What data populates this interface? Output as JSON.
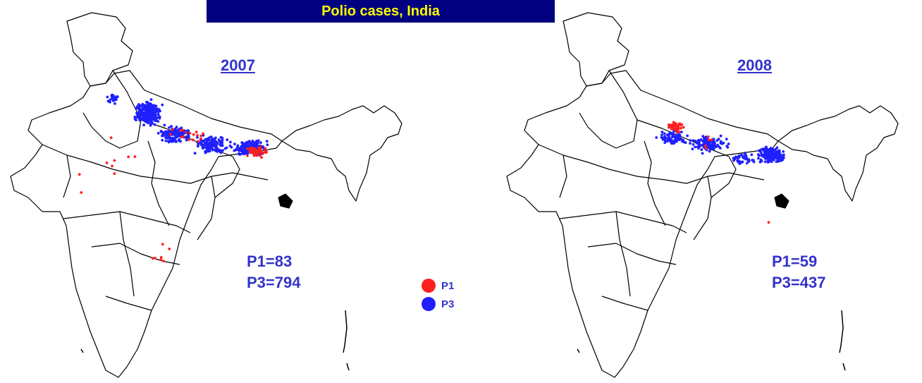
{
  "title": "Polio cases, India",
  "colors": {
    "title_bg": "#000080",
    "title_fg": "#ffff00",
    "text": "#3333cc",
    "P1": "#ff2020",
    "P3": "#2020ff"
  },
  "legend": [
    {
      "key": "P1",
      "label": "P1",
      "color": "#ff2020"
    },
    {
      "key": "P3",
      "label": "P3",
      "color": "#2020ff"
    }
  ],
  "panels": [
    {
      "year": "2007",
      "p1_text": "P1=83",
      "p3_text": "P3=794",
      "p1": 83,
      "p3": 794
    },
    {
      "year": "2008",
      "p1_text": "P1=59",
      "p3_text": "P3=437",
      "p1": 59,
      "p3": 437
    }
  ]
}
